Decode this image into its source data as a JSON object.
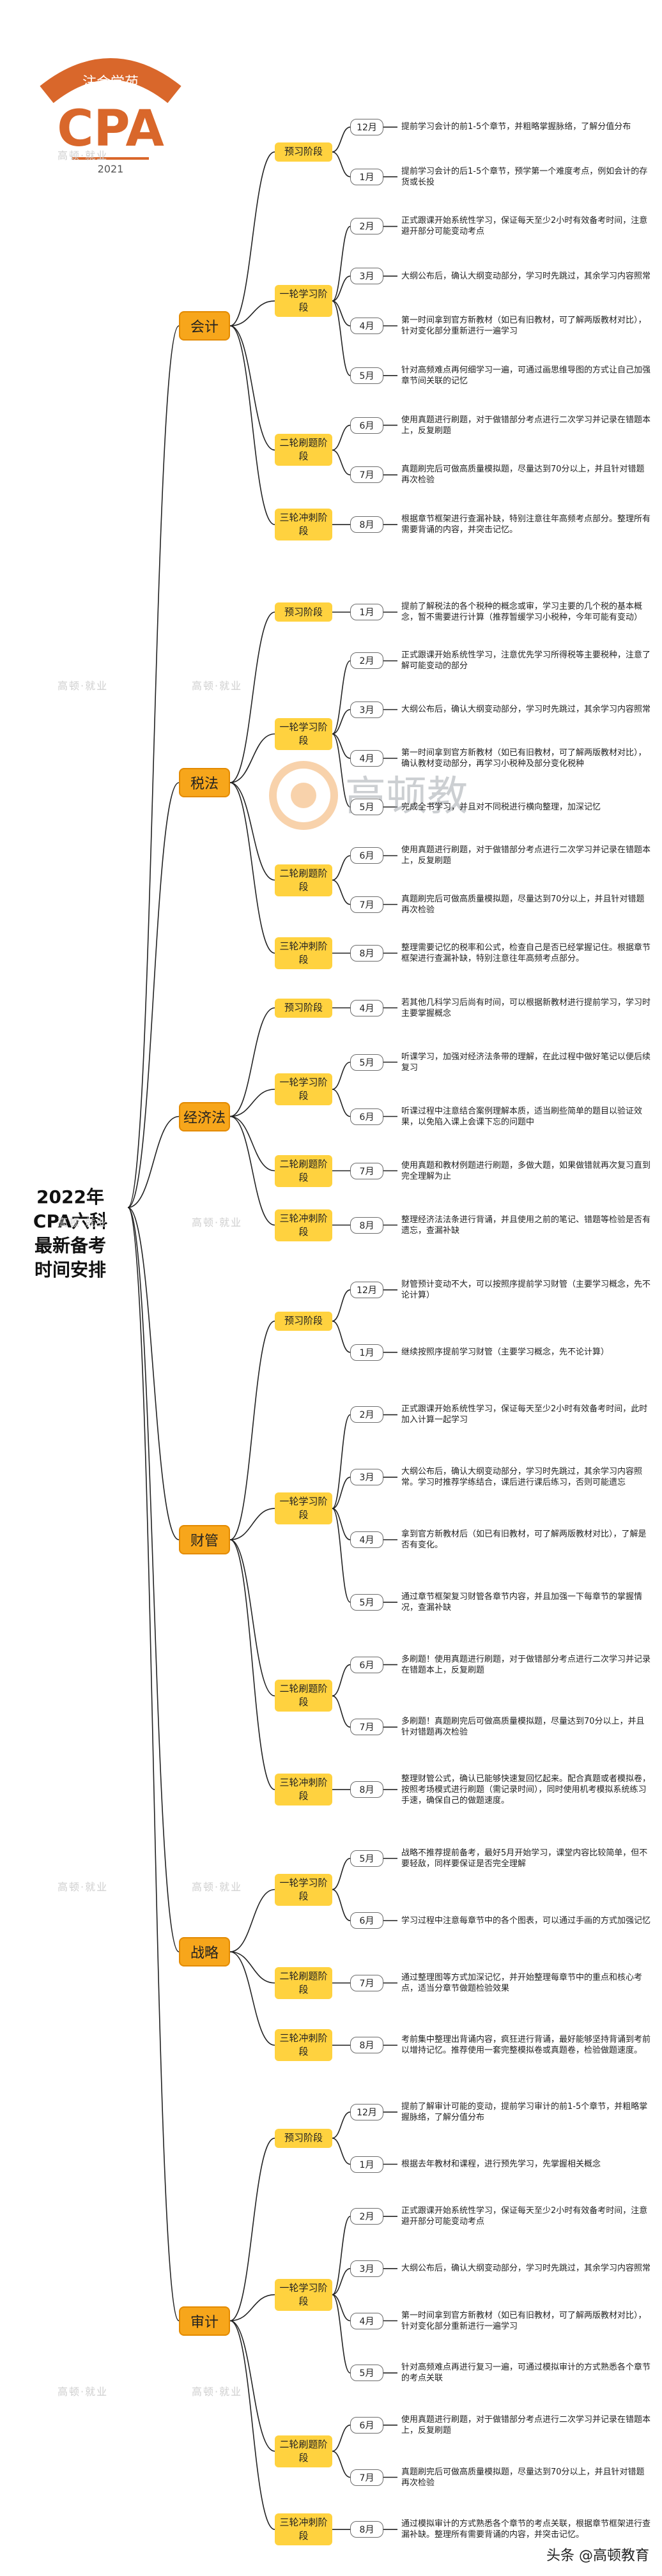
{
  "root_title": [
    "2022年",
    "CPA六科",
    "最新备考",
    "时间安排"
  ],
  "logo": {
    "text": "注会学苑",
    "cpa": "CPA",
    "year": "2021"
  },
  "watermark": "高顿·就业",
  "brand_watermark": "高顿教",
  "footer": "头条 @高顿教育",
  "colors": {
    "subject": "#f7a61b",
    "phase": "#ffd23f",
    "line": "#222222"
  },
  "subjects": [
    {
      "name": "会计",
      "phases": [
        {
          "name": "预习阶段",
          "items": [
            {
              "month": "12月",
              "text": "提前学习会计的前1-5个章节，并粗略掌握脉络，了解分值分布"
            },
            {
              "month": "1月",
              "text": "提前学习会计的后1-5个章节，预学第一个难度考点，例如会计的存货或长投"
            }
          ]
        },
        {
          "name": "一轮学习阶段",
          "items": [
            {
              "month": "2月",
              "text": "正式跟课开始系统性学习，保证每天至少2小时有效备考时间，注意避开部分可能变动考点"
            },
            {
              "month": "3月",
              "text": "大纲公布后，确认大纲变动部分，学习时先跳过，其余学习内容照常"
            },
            {
              "month": "4月",
              "text": "第一时间拿到官方新教材（如已有旧教材，可了解两版教材对比），针对变化部分重新进行一遍学习"
            },
            {
              "month": "5月",
              "text": "针对高频难点再何细学习一遍，可通过画思维导图的方式让自己加强章节间关联的记忆"
            }
          ]
        },
        {
          "name": "二轮刷题阶段",
          "items": [
            {
              "month": "6月",
              "text": "使用真题进行刷题，对于做错部分考点进行二次学习并记录在错题本上，反复刷题"
            },
            {
              "month": "7月",
              "text": "真题刷完后可做高质量模拟题，尽量达到70分以上，并且针对错题再次检验"
            }
          ]
        },
        {
          "name": "三轮冲刺阶段",
          "items": [
            {
              "month": "8月",
              "text": "根据章节框架进行查漏补缺，特别注意往年高频考点部分。整理所有需要背诵的内容，并突击记忆。"
            }
          ]
        }
      ]
    },
    {
      "name": "税法",
      "phases": [
        {
          "name": "预习阶段",
          "items": [
            {
              "month": "1月",
              "text": "提前了解税法的各个税种的概念或审，学习主要的几个税的基本概念，暂不需要进行计算（推荐暂缓学习小税种，今年可能有变动）"
            }
          ]
        },
        {
          "name": "一轮学习阶段",
          "items": [
            {
              "month": "2月",
              "text": "正式跟课开始系统性学习，注意优先学习所得税等主要税种，注意了解可能变动的部分"
            },
            {
              "month": "3月",
              "text": "大纲公布后，确认大纲变动部分，学习时先跳过，其余学习内容照常"
            },
            {
              "month": "4月",
              "text": "第一时间拿到官方新教材（如已有旧教材，可了解两版教材对比），确认教材变动部分，再学习小税种及部分变化税种"
            },
            {
              "month": "5月",
              "text": "完成全书学习，并且对不同税进行横向整理，加深记忆"
            }
          ]
        },
        {
          "name": "二轮刷题阶段",
          "items": [
            {
              "month": "6月",
              "text": "使用真题进行刷题，对于做错部分考点进行二次学习并记录在错题本上，反复刷题"
            },
            {
              "month": "7月",
              "text": "真题刷完后可做高质量模拟题，尽量达到70分以上，并且针对错题再次检验"
            }
          ]
        },
        {
          "name": "三轮冲刺阶段",
          "items": [
            {
              "month": "8月",
              "text": "整理需要记忆的税率和公式，检查自己是否已经掌握记住。根据章节框架进行查漏补缺，特别注意往年高频考点部分。"
            }
          ]
        }
      ]
    },
    {
      "name": "经济法",
      "phases": [
        {
          "name": "预习阶段",
          "items": [
            {
              "month": "4月",
              "text": "若其他几科学习后尚有时间，可以根据新教材进行提前学习，学习时主要掌握概念"
            }
          ]
        },
        {
          "name": "一轮学习阶段",
          "items": [
            {
              "month": "5月",
              "text": "听课学习，加强对经济法条带的理解，在此过程中做好笔记以便后续复习"
            },
            {
              "month": "6月",
              "text": "听课过程中注意结合案例理解本质，适当刷些简单的题目以验证效果，以免陷入课上会课下忘的问题中"
            }
          ]
        },
        {
          "name": "二轮刷题阶段",
          "items": [
            {
              "month": "7月",
              "text": "使用真题和教材例题进行刷题，多做大题，如果做错就再次复习直到完全理解为止"
            }
          ]
        },
        {
          "name": "三轮冲刺阶段",
          "items": [
            {
              "month": "8月",
              "text": "整理经济法法条进行背诵，并且使用之前的笔记、错题等检验是否有遗忘，查漏补缺"
            }
          ]
        }
      ]
    },
    {
      "name": "财管",
      "phases": [
        {
          "name": "预习阶段",
          "items": [
            {
              "month": "12月",
              "text": "财管预计变动不大，可以按照序提前学习财管（主要学习概念，先不论计算）"
            },
            {
              "month": "1月",
              "text": "继续按照序提前学习财管（主要学习概念，先不论计算）"
            }
          ]
        },
        {
          "name": "一轮学习阶段",
          "items": [
            {
              "month": "2月",
              "text": "正式跟课开始系统性学习，保证每天至少2小时有效备考时间，此时加入计算一起学习"
            },
            {
              "month": "3月",
              "text": "大纲公布后，确认大纲变动部分，学习时先跳过，其余学习内容照常。学习时推荐学练结合，课后进行课后练习，否则可能遗忘"
            },
            {
              "month": "4月",
              "text": "拿到官方新教材后（如已有旧教材，可了解两版教材对比），了解是否有变化。"
            },
            {
              "month": "5月",
              "text": "通过章节框架复习财管各章节内容，并且加强一下每章节的掌握情况，查漏补缺"
            }
          ]
        },
        {
          "name": "二轮刷题阶段",
          "items": [
            {
              "month": "6月",
              "text": "多刷题！使用真题进行刷题，对于做错部分考点进行二次学习并记录在错题本上，反复刷题"
            },
            {
              "month": "7月",
              "text": "多刷题！真题刷完后可做高质量模拟题，尽量达到70分以上，并且针对错题再次检验"
            }
          ]
        },
        {
          "name": "三轮冲刺阶段",
          "items": [
            {
              "month": "8月",
              "text": "整理财管公式，确认已能够快速复回忆起来。配合真题或者模拟卷，按照考场模式进行刷题（需记录时间），同时使用机考模拟系统练习手速，确保自己的做题速度。"
            }
          ]
        }
      ]
    },
    {
      "name": "战略",
      "phases": [
        {
          "name": "一轮学习阶段",
          "items": [
            {
              "month": "5月",
              "text": "战略不推荐提前备考，最好5月开始学习，课堂内容比较简单，但不要轻敌，同样要保证是否完全理解"
            },
            {
              "month": "6月",
              "text": "学习过程中注意每章节中的各个图表，可以通过手画的方式加强记忆"
            }
          ]
        },
        {
          "name": "二轮刷题阶段",
          "items": [
            {
              "month": "7月",
              "text": "通过整理图等方式加深记忆，并开始整理每章节中的重点和核心考点，适当分章节做题检验效果"
            }
          ]
        },
        {
          "name": "三轮冲刺阶段",
          "items": [
            {
              "month": "8月",
              "text": "考前集中整理出背诵内容，疯狂进行背诵，最好能够坚持背诵到考前以增持记忆。推荐使用一套完整模拟卷或真题卷，检验做题速度。"
            }
          ]
        }
      ]
    },
    {
      "name": "审计",
      "phases": [
        {
          "name": "预习阶段",
          "items": [
            {
              "month": "12月",
              "text": "提前了解审计可能的变动，提前学习审计的前1-5个章节，并粗略掌握脉络，了解分值分布"
            },
            {
              "month": "1月",
              "text": "根据去年教材和课程，进行预先学习，先掌握相关概念"
            }
          ]
        },
        {
          "name": "一轮学习阶段",
          "items": [
            {
              "month": "2月",
              "text": "正式跟课开始系统性学习，保证每天至少2小时有效备考时间，注意避开部分可能变动考点"
            },
            {
              "month": "3月",
              "text": "大纲公布后，确认大纲变动部分，学习时先跳过，其余学习内容照常"
            },
            {
              "month": "4月",
              "text": "第一时间拿到官方新教材（如已有旧教材，可了解两版教材对比），针对变化部分重新进行一遍学习"
            },
            {
              "month": "5月",
              "text": "针对高频难点再进行复习一遍，可通过模拟审计的方式熟悉各个章节的考点关联"
            }
          ]
        },
        {
          "name": "二轮刷题阶段",
          "items": [
            {
              "month": "6月",
              "text": "使用真题进行刷题，对于做错部分考点进行二次学习并记录在错题本上，反复刷题"
            },
            {
              "month": "7月",
              "text": "真题刷完后可做高质量模拟题，尽量达到70分以上，并且针对错题再次检验"
            }
          ]
        },
        {
          "name": "三轮冲刺阶段",
          "items": [
            {
              "month": "8月",
              "text": "通过模拟审计的方式熟悉各个章节的考点关联，根据章节框架进行查漏补缺。整理所有需要背诵的内容，并突击记忆。"
            }
          ]
        }
      ]
    }
  ]
}
